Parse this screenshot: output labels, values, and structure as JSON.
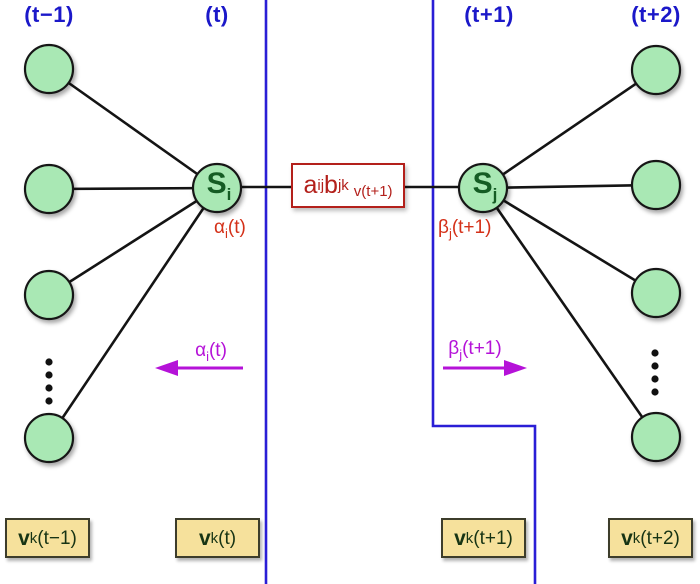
{
  "colors": {
    "background": "#ffffff",
    "header_blue": "#1b18c9",
    "boundary_blue": "#2a1ed6",
    "node_fill": "#a9e8b4",
    "node_stroke": "#161616",
    "node_text": "#155c24",
    "edge_black": "#141414",
    "transition_red": "#b3201b",
    "message_red": "#d43018",
    "magenta": "#b512d8",
    "obs_fill": "#f6e19c",
    "obs_border": "#3d3d2b",
    "obs_text": "#173414"
  },
  "time_headers": [
    {
      "label": "(t−1)"
    },
    {
      "label": "(t)"
    },
    {
      "label": "(t+1)"
    },
    {
      "label": "(t+2)"
    }
  ],
  "state_nodes": {
    "si": {
      "base": "S",
      "sub": "i"
    },
    "sj": {
      "base": "S",
      "sub": "j"
    }
  },
  "transition_box": {
    "a_base": "a",
    "a_sub": "ij",
    "b_base": "b",
    "b_sub": "jk",
    "obs_factor": "v(t+1)"
  },
  "alpha_node_label": {
    "base": "α",
    "sub": "i",
    "args": "(t)"
  },
  "beta_node_label": {
    "base": "β",
    "sub": "j",
    "args": "(t+1)"
  },
  "alpha_arrow_label": {
    "base": "α",
    "sub": "i",
    "args": "(t)"
  },
  "beta_arrow_label": {
    "base": "β",
    "sub": "j",
    "args": "(t+1)"
  },
  "observation_boxes": [
    {
      "base": "v",
      "sub": "k",
      "args": "(t−1)"
    },
    {
      "base": "v",
      "sub": "k",
      "args": "(t)"
    },
    {
      "base": "v",
      "sub": "k",
      "args": "(t+1)"
    },
    {
      "base": "v",
      "sub": "k",
      "args": "(t+2)"
    }
  ]
}
